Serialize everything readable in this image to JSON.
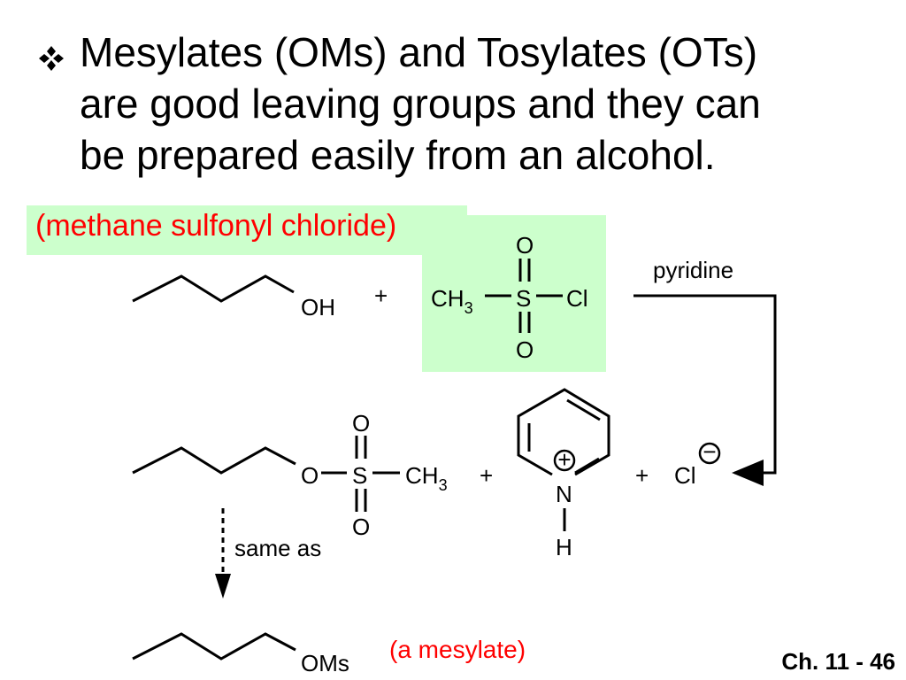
{
  "bullet": {
    "icon": "four-diamond-bullet-icon",
    "lines": [
      "Mesylates (OMs) and Tosylates (OTs)",
      "are good leaving groups and they can",
      "be prepared easily from an alcohol."
    ]
  },
  "labels": {
    "reagent_name": "(methane sulfonyl chloride)",
    "product_name": "(a mesylate)",
    "slide_number": "Ch. 11 - 46",
    "same_as": "same as"
  },
  "reaction": {
    "reactant_1": {
      "group": "OH"
    },
    "plus": "+",
    "reagent": {
      "methyl": "CH",
      "methyl_subscript": "3",
      "sulfur": "S",
      "oxygen_top": "O",
      "oxygen_bottom": "O",
      "chloride": "Cl"
    },
    "condition": "pyridine",
    "product": {
      "oxygen_link": "O",
      "sulfur": "S",
      "oxygen_top": "O",
      "oxygen_bottom": "O",
      "methyl": "CH",
      "methyl_subscript": "3"
    },
    "pyridinium": {
      "nitrogen": "N",
      "hydrogen": "H",
      "charge": "+"
    },
    "chloride_ion": {
      "symbol": "Cl",
      "charge": "−"
    },
    "shorthand": {
      "group": "OMs"
    }
  },
  "colors": {
    "highlight_green": "#ccffcc",
    "red_label": "#ff0000"
  }
}
